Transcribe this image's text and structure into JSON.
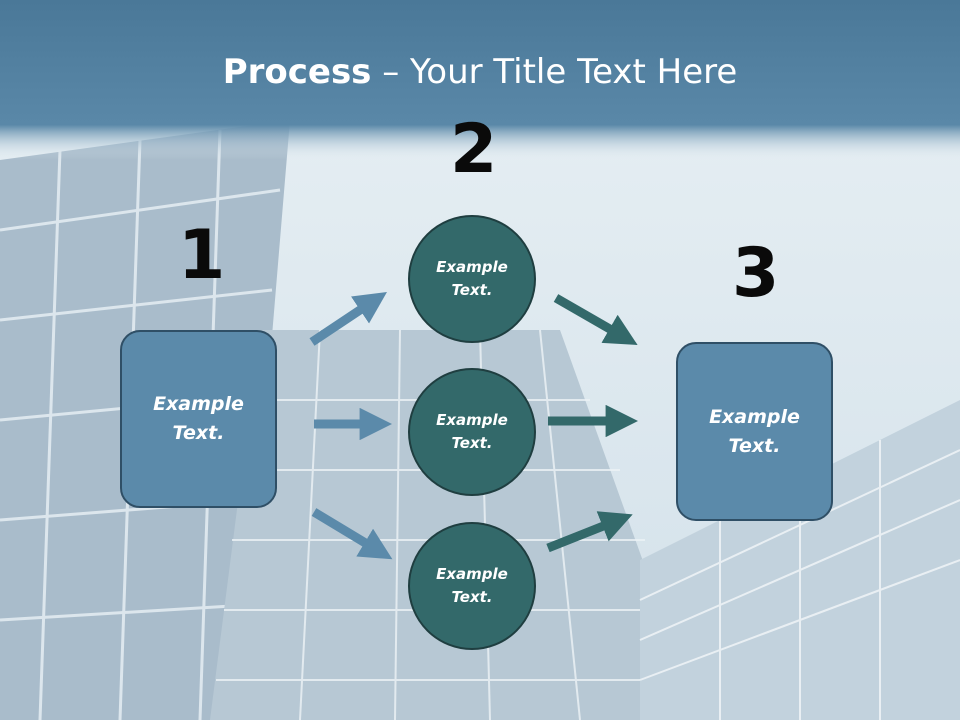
{
  "slide": {
    "title_bold": "Process",
    "title_rest": " – Your Title Text Here"
  },
  "steps": {
    "step1": "1",
    "step2": "2",
    "step3": "3"
  },
  "nodes": {
    "input_box": "Example\nText.",
    "circle_top": "Example\nText.",
    "circle_middle": "Example\nText.",
    "circle_bottom": "Example\nText.",
    "output_box": "Example\nText."
  },
  "colors": {
    "title_band": "#4f7f9f",
    "box_fill": "#5b8aaa",
    "circle_fill": "#33696a",
    "left_arrow": "#5b8aaa",
    "right_arrow": "#33696a"
  }
}
